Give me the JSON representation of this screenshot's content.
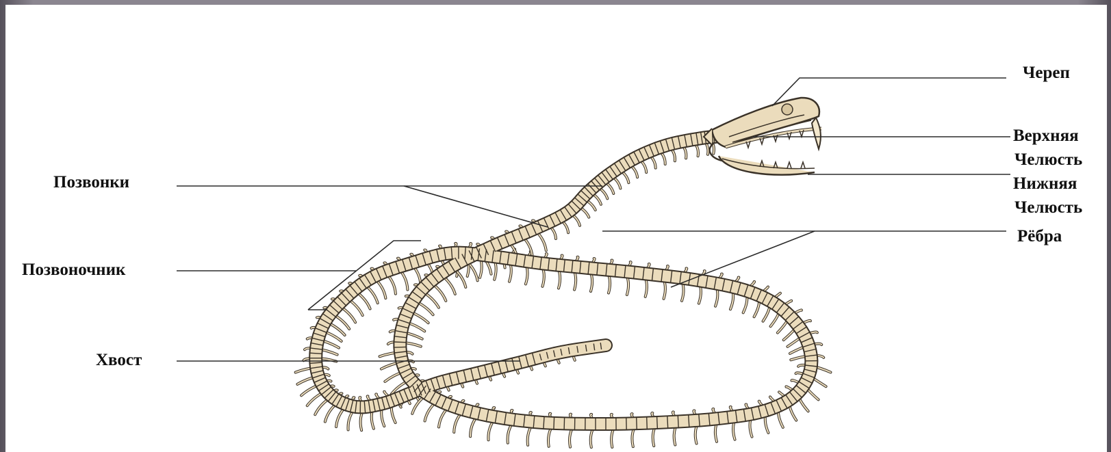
{
  "labels": {
    "skull": "Череп",
    "upper_jaw_1": "Верхняя",
    "upper_jaw_2": "Челюсть",
    "lower_jaw_1": "Нижняя",
    "lower_jaw_2": "Челюсть",
    "ribs": "Рёбра",
    "vertebrae": "Позвонки",
    "spine": "Позвоночник",
    "tail": "Хвост"
  },
  "colors": {
    "bone": "#ebdcbc",
    "bone_outline": "#3a3228",
    "leader_line": "#2b2b2b",
    "background": "#ffffff",
    "frame": "#8b8690"
  }
}
